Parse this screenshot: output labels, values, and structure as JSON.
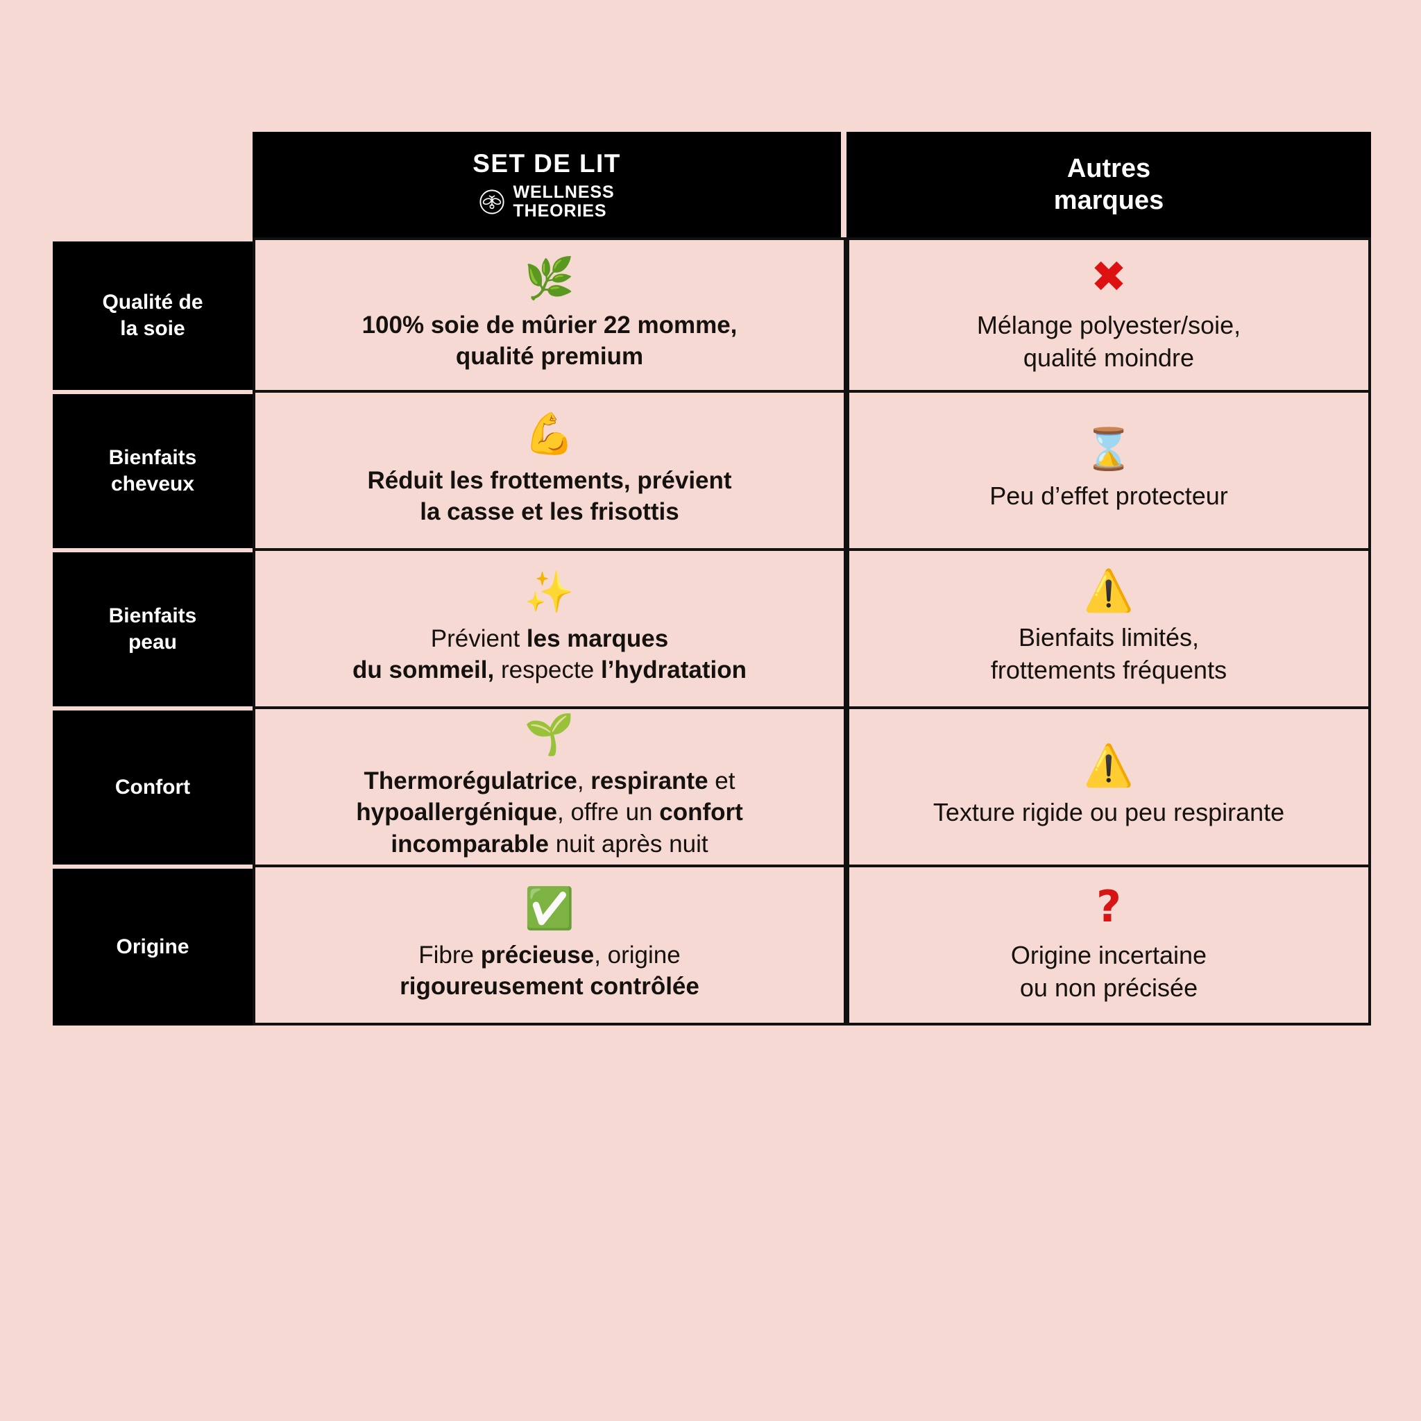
{
  "theme": {
    "background": "#f5d9d2",
    "panel": "#000000",
    "panel_text": "#ffffff",
    "body_text": "#14110f",
    "accent_red": "#dd1111",
    "accent_green": "#22aa22"
  },
  "header": {
    "label_column": "",
    "brand": {
      "title": "SET DE LIT",
      "logo_icon": "bee-circle-logo-icon",
      "logo_line1": "WELLNESS",
      "logo_line2": "THEORIES"
    },
    "other": {
      "line1": "Autres",
      "line2": "marques"
    }
  },
  "rows": [
    {
      "label_line1": "Qualité de",
      "label_line2": "la soie",
      "brand": {
        "icon": "herb-leaf-icon",
        "icon_glyph": "🌿",
        "text_html": "<b>100% soie de mûrier 22 momme,<br>qualité premium</b>",
        "text_plain": "100% soie de mûrier 22 momme, qualité premium"
      },
      "other": {
        "icon": "red-cross-mark-icon",
        "icon_glyph": "✖",
        "text_html": "Mélange polyester/soie,<br>qualité moindre",
        "text_plain": "Mélange polyester/soie, qualité moindre"
      }
    },
    {
      "label_line1": "Bienfaits",
      "label_line2": "cheveux",
      "brand": {
        "icon": "flexed-biceps-icon",
        "icon_glyph": "💪",
        "text_html": "<b>Réduit les frottements, prévient<br>la casse et les frisottis</b>",
        "text_plain": "Réduit les frottements, prévient la casse et les frisottis"
      },
      "other": {
        "icon": "hourglass-icon",
        "icon_glyph": "⌛",
        "text_html": "Peu d’effet protecteur",
        "text_plain": "Peu d’effet protecteur"
      }
    },
    {
      "label_line1": "Bienfaits",
      "label_line2": "peau",
      "brand": {
        "icon": "sparkles-icon",
        "icon_glyph": "✨",
        "text_html": "Prévient <b>les marques<br>du sommeil,</b> respecte <b>l’hydratation</b>",
        "text_plain": "Prévient les marques du sommeil, respecte l’hydratation"
      },
      "other": {
        "icon": "warning-triangle-icon",
        "icon_glyph": "⚠️",
        "text_html": "Bienfaits limités,<br>frottements fréquents",
        "text_plain": "Bienfaits limités, frottements fréquents"
      }
    },
    {
      "label_line1": "Confort",
      "label_line2": "",
      "brand": {
        "icon": "seedling-icon",
        "icon_glyph": "🌱",
        "text_html": "<b>Thermorégulatrice</b>, <b>respirante</b> et<br><b>hypoallergénique</b>, offre un <b>confort<br>incomparable</b> nuit après nuit",
        "text_plain": "Thermorégulatrice, respirante et hypoallergénique, offre un confort incomparable nuit après nuit"
      },
      "other": {
        "icon": "warning-triangle-icon",
        "icon_glyph": "⚠️",
        "text_html": "Texture rigide ou peu respirante",
        "text_plain": "Texture rigide ou peu respirante"
      }
    },
    {
      "label_line1": "Origine",
      "label_line2": "",
      "brand": {
        "icon": "green-check-mark-icon",
        "icon_glyph": "✅",
        "text_html": "Fibre <b>précieuse</b>, origine<br><b>rigoureusement contrôlée</b>",
        "text_plain": "Fibre précieuse, origine rigoureusement contrôlée"
      },
      "other": {
        "icon": "red-question-mark-icon",
        "icon_glyph": "?",
        "text_html": "Origine incertaine<br>ou non précisée",
        "text_plain": "Origine incertaine ou non précisée"
      }
    }
  ]
}
